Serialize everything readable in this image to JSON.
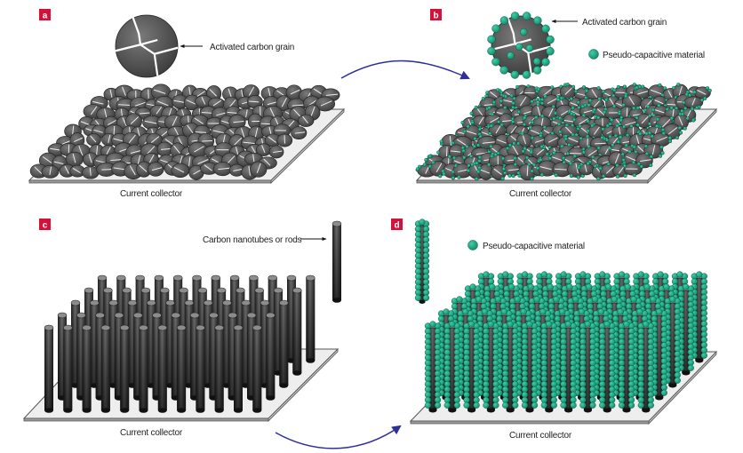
{
  "figure": {
    "colors": {
      "panel_label_bg": "#d3123c",
      "carbon_dark": "#3a3a3a",
      "carbon_mid": "#6a6a6a",
      "pseudo_green": "#1aa584",
      "arrow_blue": "#2e2f9a",
      "plate": "#eeeeee",
      "plate_edge": "#555555"
    },
    "panels": [
      {
        "id": "a",
        "letter": "a",
        "callout": "Activated carbon grain",
        "caption": "Current collector"
      },
      {
        "id": "b",
        "letter": "b",
        "callout": "Activated carbon grain",
        "legend": "Pseudo-capacitive material",
        "caption": "Current collector"
      },
      {
        "id": "c",
        "letter": "c",
        "callout": "Carbon nanotubes or rods",
        "caption": "Current collector"
      },
      {
        "id": "d",
        "letter": "d",
        "legend": "Pseudo-capacitive material",
        "caption": "Current collector"
      }
    ],
    "transitions": [
      {
        "from": "a",
        "to": "b"
      },
      {
        "from": "c",
        "to": "d"
      }
    ]
  }
}
